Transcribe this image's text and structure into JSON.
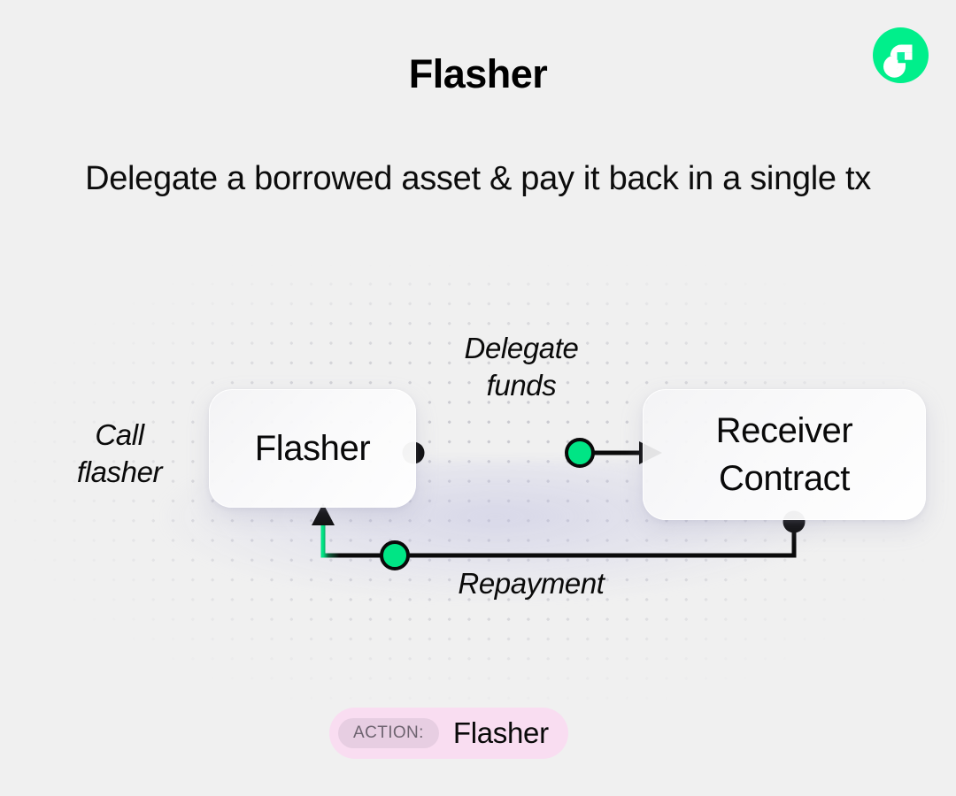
{
  "page": {
    "title": "Flasher",
    "subtitle": "Delegate a borrowed asset\n& pay it back in a single tx",
    "background_color": "#f0f0f0"
  },
  "logo": {
    "name": "flow-logo",
    "circle_color": "#00ef8b",
    "mark_color": "#ffffff"
  },
  "diagram": {
    "nodes": [
      {
        "id": "flasher",
        "label": "Flasher"
      },
      {
        "id": "receiver",
        "label": "Receiver\nContract"
      }
    ],
    "edge_labels": {
      "call": "Call\nflasher",
      "delegate": "Delegate\nfunds",
      "repayment": "Repayment"
    },
    "colors": {
      "line": "#0a0a0a",
      "node_dot": "#0a0a0a",
      "accent_dot": "#00e585",
      "card_shadow": "#c4c4e2"
    }
  },
  "badge": {
    "key": "ACTION:",
    "value": "Flasher",
    "background": "#f9ddf1",
    "key_background": "#e7cee2"
  }
}
